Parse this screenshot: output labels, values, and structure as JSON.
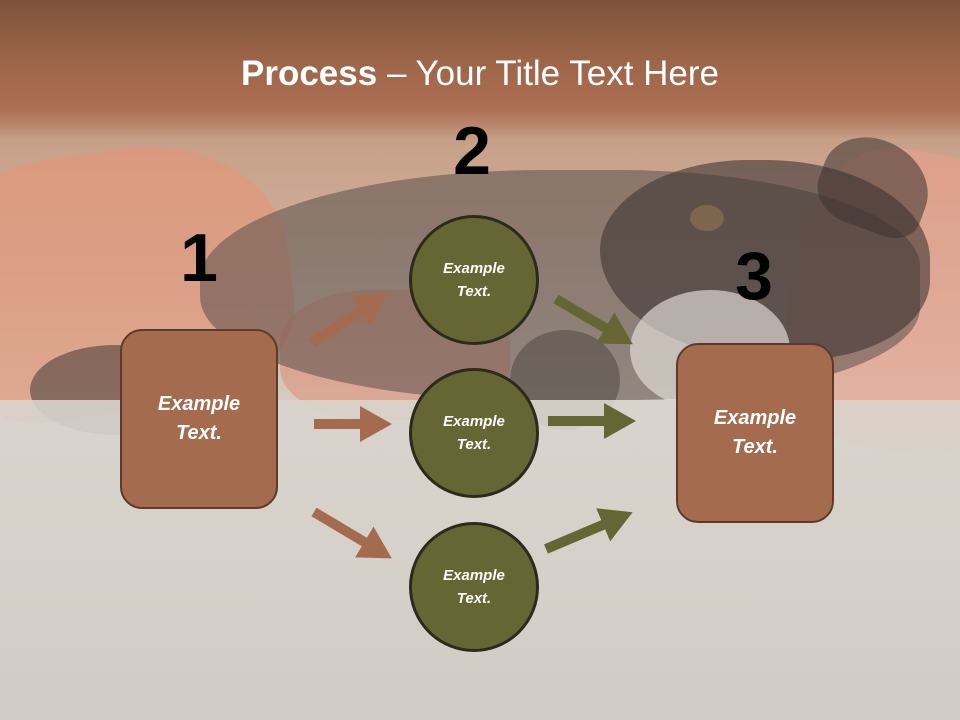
{
  "title": {
    "bold": "Process",
    "rest": " – Your Title Text Here"
  },
  "steps": [
    "1",
    "2",
    "3"
  ],
  "left_box": {
    "line1": "Example",
    "line2": "Text."
  },
  "right_box": {
    "line1": "Example",
    "line2": "Text."
  },
  "circles": [
    {
      "line1": "Example",
      "line2": "Text."
    },
    {
      "line1": "Example",
      "line2": "Text."
    },
    {
      "line1": "Example",
      "line2": "Text."
    }
  ],
  "colors": {
    "box_fill": "#a46b4f",
    "circle_fill": "#656634",
    "arrow_brown": "#a46b4f",
    "arrow_olive": "#656634"
  }
}
